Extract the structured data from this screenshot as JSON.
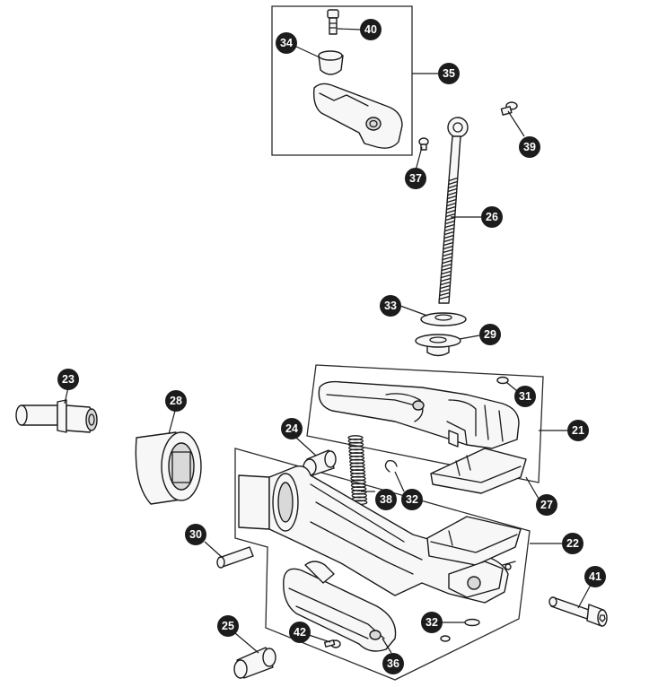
{
  "callouts": {
    "c21": "21",
    "c22": "22",
    "c23": "23",
    "c24": "24",
    "c25": "25",
    "c26": "26",
    "c27": "27",
    "c28": "28",
    "c29": "29",
    "c30": "30",
    "c31": "31",
    "c32a": "32",
    "c32b": "32",
    "c33": "33",
    "c34": "34",
    "c35": "35",
    "c36": "36",
    "c37": "37",
    "c38": "38",
    "c39": "39",
    "c40": "40",
    "c41": "41",
    "c42": "42"
  },
  "colors": {
    "line": "#1a1a1a",
    "callout_fill": "#1c1c1c",
    "callout_text": "#ffffff",
    "part_fill": "#f7f7f7"
  }
}
